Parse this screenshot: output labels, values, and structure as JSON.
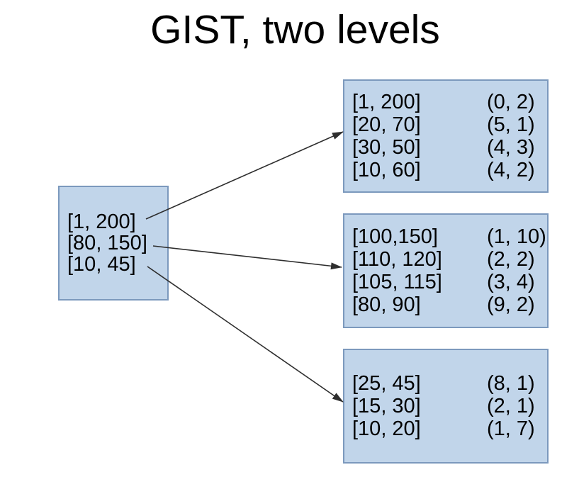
{
  "title": "GIST, two levels",
  "diagram": {
    "root": {
      "entries": [
        "[1, 200]",
        "[80, 150]",
        "[10, 45]"
      ]
    },
    "leaves": [
      {
        "rows": [
          {
            "interval": "[1, 200]",
            "pointer": "(0, 2)"
          },
          {
            "interval": "[20, 70]",
            "pointer": "(5, 1)"
          },
          {
            "interval": "[30, 50]",
            "pointer": "(4, 3)"
          },
          {
            "interval": "[10, 60]",
            "pointer": "(4, 2)"
          }
        ]
      },
      {
        "rows": [
          {
            "interval": "[100,150]",
            "pointer": "(1, 10)"
          },
          {
            "interval": "[110, 120]",
            "pointer": "(2, 2)"
          },
          {
            "interval": "[105, 115]",
            "pointer": "(3, 4)"
          },
          {
            "interval": "[80, 90]",
            "pointer": "(9, 2)"
          }
        ]
      },
      {
        "rows": [
          {
            "interval": "[25, 45]",
            "pointer": "(8, 1)"
          },
          {
            "interval": "[15, 30]",
            "pointer": "(2, 1)"
          },
          {
            "interval": "[10, 20]",
            "pointer": "(1, 7)"
          }
        ]
      }
    ]
  },
  "colors": {
    "box_fill": "#c1d5ea",
    "box_border": "#7c99bd",
    "arrow": "#2e2e2e",
    "text": "#000000",
    "bg": "#ffffff"
  }
}
